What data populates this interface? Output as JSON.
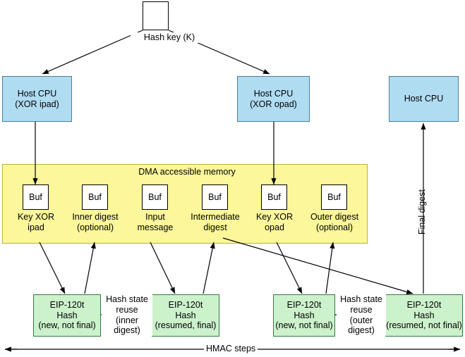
{
  "diagram": {
    "title_text": "HMAC steps",
    "colors": {
      "cpu_fill": "#b0dcf2",
      "cpu_stroke": "#4a7d96",
      "memory_fill": "#fbf79a",
      "memory_stroke": "#b9b13c",
      "engine_fill": "#ccf2cc",
      "engine_stroke": "#2f7a3f",
      "buffer_fill": "#ffffff",
      "line": "#000000"
    },
    "key_box": {
      "label": ""
    },
    "key_edge_label": "Hash key (K)",
    "cpu_nodes": [
      {
        "id": "cpu-xor-ipad",
        "label": "Host  CPU\n(XOR ipad)"
      },
      {
        "id": "cpu-xor-opad",
        "label": "Host  CPU\n(XOR opad)"
      },
      {
        "id": "cpu-final",
        "label": "Host CPU"
      }
    ],
    "memory_region": {
      "label": "DMA accessible memory",
      "buffers": [
        {
          "id": "buf-key-xor-ipad",
          "box_label": "Buf",
          "caption": "Key XOR\nipad"
        },
        {
          "id": "buf-inner-digest",
          "box_label": "Buf",
          "caption": "Inner digest\n(optional)"
        },
        {
          "id": "buf-input-message",
          "box_label": "Buf",
          "caption": "Input\nmessage"
        },
        {
          "id": "buf-intermediate",
          "box_label": "Buf",
          "caption": "Intermediate\ndigest"
        },
        {
          "id": "buf-key-xor-opad",
          "box_label": "Buf",
          "caption": "Key XOR\nopad"
        },
        {
          "id": "buf-outer-digest",
          "box_label": "Buf",
          "caption": "Outer digest\n(optional)"
        }
      ]
    },
    "engine_nodes": [
      {
        "id": "eip-1",
        "label": "EIP-120t\nHash\n(new, not final)"
      },
      {
        "id": "eip-2",
        "label": "EIP-120t\nHash\n(resumed, final)"
      },
      {
        "id": "eip-3",
        "label": "EIP-120t\nHash\n(new, not final)"
      },
      {
        "id": "eip-4",
        "label": "EIP-120t\nHash\n(resumed, not final)"
      }
    ],
    "edge_labels": {
      "reuse_inner": "Hash state\nreuse\n(inner digest)",
      "reuse_outer": "Hash state\nreuse\n(outer\ndigest)",
      "final_digest": "Final digest"
    }
  }
}
